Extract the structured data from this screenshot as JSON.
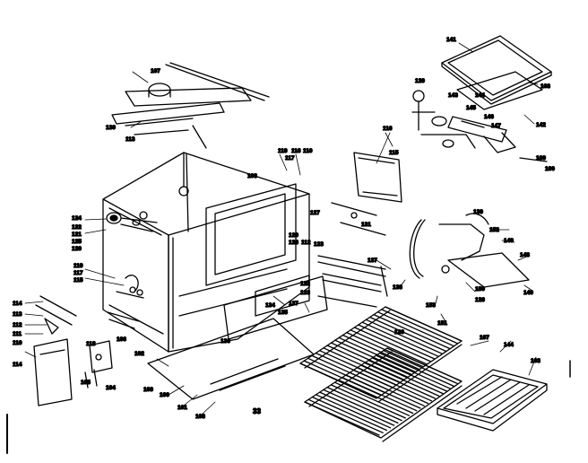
{
  "diagram": {
    "page_number": "33",
    "part_labels": [
      {
        "id": "label-141",
        "text": "141"
      },
      {
        "id": "label-103-a",
        "text": "103"
      },
      {
        "id": "label-142",
        "text": "142"
      },
      {
        "id": "label-143",
        "text": "143"
      },
      {
        "id": "label-144-a",
        "text": "144"
      },
      {
        "id": "label-145",
        "text": "145"
      },
      {
        "id": "label-146",
        "text": "146"
      },
      {
        "id": "label-147",
        "text": "147"
      },
      {
        "id": "label-109-a",
        "text": "109"
      },
      {
        "id": "label-100-a",
        "text": "100"
      },
      {
        "id": "label-120-a",
        "text": "120"
      },
      {
        "id": "label-107-a",
        "text": "107"
      },
      {
        "id": "label-130-a",
        "text": "130"
      },
      {
        "id": "label-113-a",
        "text": "113"
      },
      {
        "id": "label-116-a",
        "text": "116"
      },
      {
        "id": "label-115-a",
        "text": "115"
      },
      {
        "id": "label-119-a",
        "text": "119"
      },
      {
        "id": "label-116-b",
        "text": "116"
      },
      {
        "id": "label-117-a",
        "text": "117"
      },
      {
        "id": "label-110-a",
        "text": "110"
      },
      {
        "id": "label-108-a",
        "text": "108"
      },
      {
        "id": "label-129",
        "text": "129"
      },
      {
        "id": "label-128",
        "text": "128"
      },
      {
        "id": "label-127",
        "text": "127"
      },
      {
        "id": "label-112-a",
        "text": "112"
      },
      {
        "id": "label-124",
        "text": "124"
      },
      {
        "id": "label-122-a",
        "text": "122"
      },
      {
        "id": "label-121-a",
        "text": "121"
      },
      {
        "id": "label-125-a",
        "text": "125"
      },
      {
        "id": "label-120-b",
        "text": "120"
      },
      {
        "id": "label-119-b",
        "text": "119"
      },
      {
        "id": "label-117-b",
        "text": "117"
      },
      {
        "id": "label-115-b",
        "text": "115"
      },
      {
        "id": "label-114-a",
        "text": "114"
      },
      {
        "id": "label-113-b",
        "text": "113"
      },
      {
        "id": "label-112-b",
        "text": "112"
      },
      {
        "id": "label-111-a",
        "text": "111"
      },
      {
        "id": "label-110-b",
        "text": "110"
      },
      {
        "id": "label-114-b",
        "text": "114"
      },
      {
        "id": "label-132",
        "text": "132"
      },
      {
        "id": "label-133",
        "text": "133"
      },
      {
        "id": "label-134",
        "text": "134"
      },
      {
        "id": "label-135",
        "text": "135"
      },
      {
        "id": "label-136",
        "text": "136"
      },
      {
        "id": "label-137-a",
        "text": "137"
      },
      {
        "id": "label-137-b",
        "text": "137"
      },
      {
        "id": "label-138",
        "text": "138"
      },
      {
        "id": "label-139",
        "text": "139"
      },
      {
        "id": "label-140",
        "text": "140"
      },
      {
        "id": "label-152",
        "text": "152"
      },
      {
        "id": "label-148",
        "text": "148"
      },
      {
        "id": "label-149",
        "text": "149"
      },
      {
        "id": "label-150",
        "text": "150"
      },
      {
        "id": "label-153",
        "text": "153"
      },
      {
        "id": "label-151",
        "text": "151"
      },
      {
        "id": "label-126",
        "text": "126"
      },
      {
        "id": "label-123",
        "text": "123"
      },
      {
        "id": "label-118",
        "text": "118"
      },
      {
        "id": "label-106",
        "text": "106"
      },
      {
        "id": "label-105",
        "text": "105"
      },
      {
        "id": "label-104",
        "text": "104"
      },
      {
        "id": "label-102",
        "text": "102"
      },
      {
        "id": "label-101",
        "text": "101"
      },
      {
        "id": "label-100-b",
        "text": "100"
      },
      {
        "id": "label-109-b",
        "text": "109"
      },
      {
        "id": "label-108-b",
        "text": "108"
      },
      {
        "id": "label-107-b",
        "text": "107"
      },
      {
        "id": "label-103-b",
        "text": "103"
      },
      {
        "id": "label-144-b",
        "text": "144"
      },
      {
        "id": "label-130-b",
        "text": "130"
      },
      {
        "id": "label-131",
        "text": "131"
      }
    ]
  }
}
